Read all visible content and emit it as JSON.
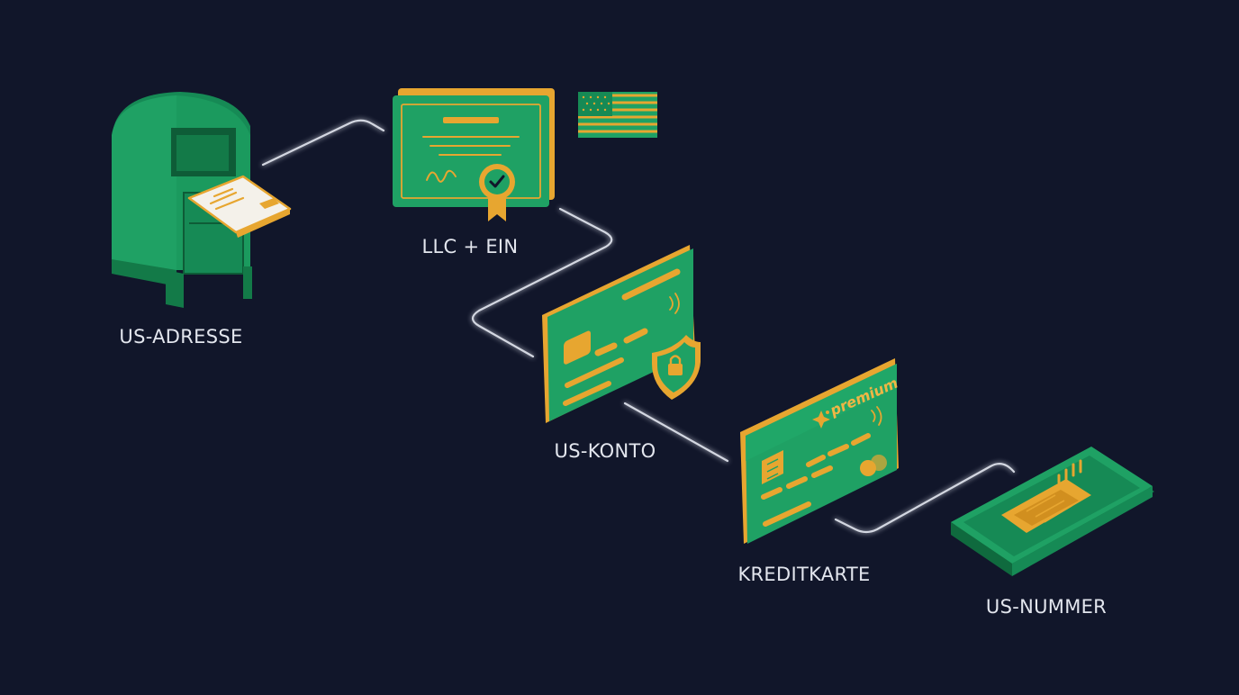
{
  "steps": [
    {
      "id": "us-address",
      "label": "US-ADRESSE",
      "icon": "mailbox-icon"
    },
    {
      "id": "llc-ein",
      "label": "LLC + EIN",
      "icon": "certificate-icon"
    },
    {
      "id": "us-account",
      "label": "US-KONTO",
      "icon": "bank-card-shield-icon"
    },
    {
      "id": "credit-card",
      "label": "KREDITKARTE",
      "icon": "credit-card-icon",
      "badge": "premium"
    },
    {
      "id": "us-number",
      "label": "US-NUMMER",
      "icon": "phone-sim-icon"
    }
  ],
  "colors": {
    "background": "#11162a",
    "green": "#1fa164",
    "green_dark": "#137a48",
    "gold": "#e7a630",
    "label": "#e3e6ee",
    "connector": "#e9ecf5"
  }
}
